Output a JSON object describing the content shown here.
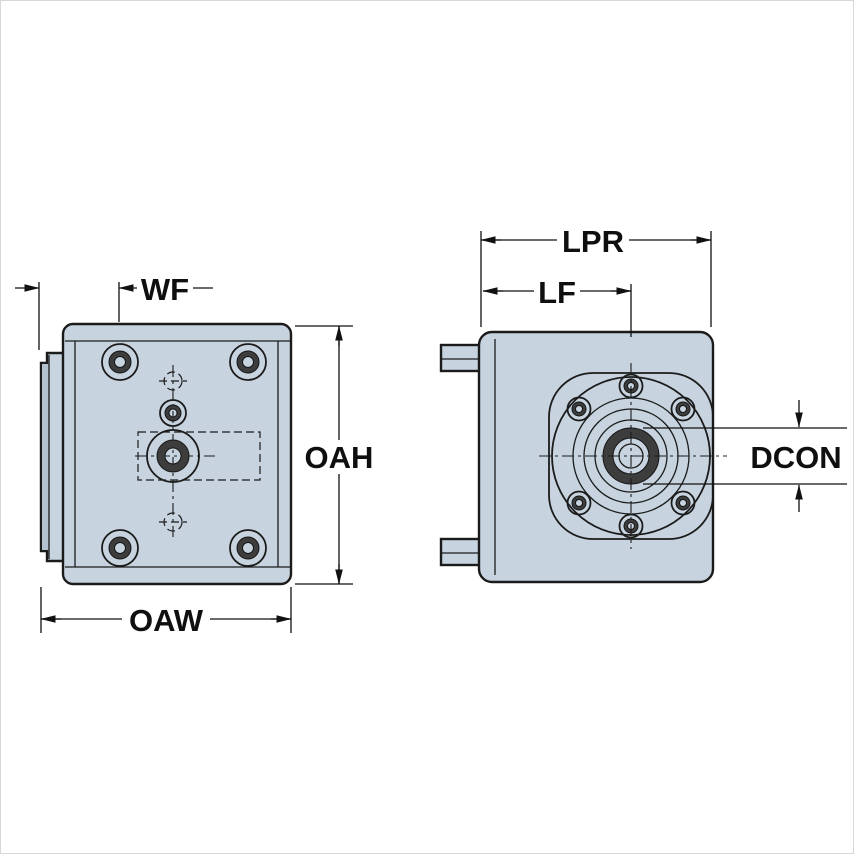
{
  "labels": {
    "wf": "WF",
    "oah": "OAH",
    "oaw": "OAW",
    "lpr": "LPR",
    "lf": "LF",
    "dcon": "DCON"
  },
  "colors": {
    "background": "#ffffff",
    "body_fill": "#c7d4df",
    "flange_shade": "#b3c2ce",
    "outline": "#1b1b1b",
    "fastener_ring": "#3d3d3d",
    "dimension_line": "#111111",
    "label_text": "#0f0f0f",
    "page_border": "#d8d8d8"
  }
}
